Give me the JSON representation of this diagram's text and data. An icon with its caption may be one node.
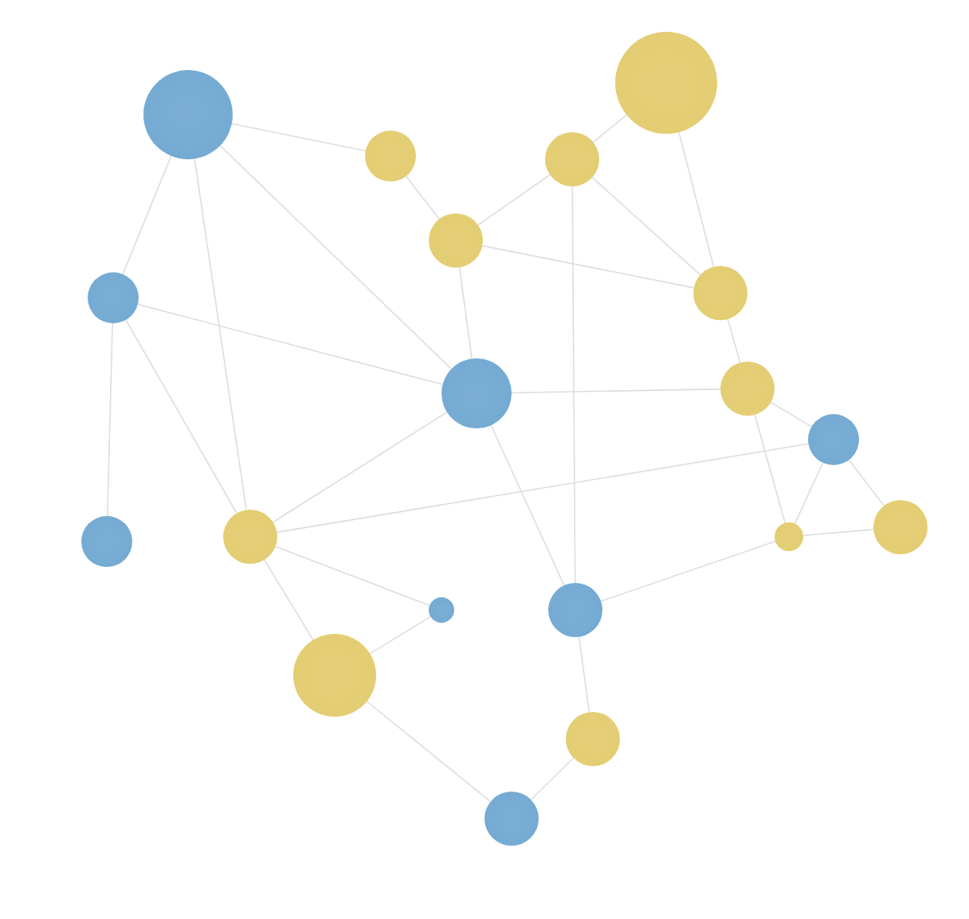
{
  "diagram": {
    "nodes": [
      {
        "text": [],
        "shape": "circle"
      },
      {
        "text": [],
        "shape": "circle"
      },
      {
        "text": [],
        "shape": "circle"
      },
      {
        "text": [],
        "shape": "circle"
      },
      {
        "text": [],
        "shape": "circle"
      },
      {
        "text": [],
        "shape": "circle"
      },
      {
        "text": [],
        "shape": "circle"
      },
      {
        "text": [],
        "shape": "circle"
      },
      {
        "text": [],
        "shape": "circle"
      },
      {
        "text": [],
        "shape": "circle"
      },
      {
        "text": [],
        "shape": "circle"
      },
      {
        "text": [],
        "shape": "circle"
      },
      {
        "text": [],
        "shape": "circle"
      },
      {
        "text": [],
        "shape": "circle"
      },
      {
        "text": [],
        "shape": "circle"
      },
      {
        "text": [],
        "shape": "circle"
      },
      {
        "text": [],
        "shape": "circle"
      },
      {
        "text": [],
        "shape": "circle"
      },
      {
        "text": [],
        "shape": "circle"
      }
    ],
    "edges": [
      {
        "from": 0,
        "to": 1,
        "arrow": "none"
      },
      {
        "from": 0,
        "to": 5,
        "arrow": "none"
      },
      {
        "from": 0,
        "to": 11,
        "arrow": "none"
      },
      {
        "from": 0,
        "to": 7,
        "arrow": "none"
      },
      {
        "from": 1,
        "to": 4,
        "arrow": "none"
      },
      {
        "from": 3,
        "to": 2,
        "arrow": "none"
      },
      {
        "from": 2,
        "to": 6,
        "arrow": "none"
      },
      {
        "from": 3,
        "to": 4,
        "arrow": "none"
      },
      {
        "from": 3,
        "to": 6,
        "arrow": "none"
      },
      {
        "from": 3,
        "to": 15,
        "arrow": "none"
      },
      {
        "from": 4,
        "to": 6,
        "arrow": "none"
      },
      {
        "from": 4,
        "to": 7,
        "arrow": "none"
      },
      {
        "from": 5,
        "to": 7,
        "arrow": "none"
      },
      {
        "from": 5,
        "to": 10,
        "arrow": "none"
      },
      {
        "from": 5,
        "to": 11,
        "arrow": "none"
      },
      {
        "from": 7,
        "to": 8,
        "arrow": "none"
      },
      {
        "from": 7,
        "to": 11,
        "arrow": "none"
      },
      {
        "from": 7,
        "to": 15,
        "arrow": "none"
      },
      {
        "from": 6,
        "to": 8,
        "arrow": "none"
      },
      {
        "from": 8,
        "to": 9,
        "arrow": "none"
      },
      {
        "from": 8,
        "to": 13,
        "arrow": "none"
      },
      {
        "from": 9,
        "to": 13,
        "arrow": "none"
      },
      {
        "from": 9,
        "to": 12,
        "arrow": "none"
      },
      {
        "from": 13,
        "to": 12,
        "arrow": "none"
      },
      {
        "from": 11,
        "to": 9,
        "arrow": "none"
      },
      {
        "from": 11,
        "to": 14,
        "arrow": "none"
      },
      {
        "from": 11,
        "to": 16,
        "arrow": "none"
      },
      {
        "from": 14,
        "to": 16,
        "arrow": "none"
      },
      {
        "from": 15,
        "to": 13,
        "arrow": "none"
      },
      {
        "from": 15,
        "to": 17,
        "arrow": "none"
      },
      {
        "from": 17,
        "to": 18,
        "arrow": "none"
      },
      {
        "from": 16,
        "to": 18,
        "arrow": "none"
      }
    ]
  }
}
